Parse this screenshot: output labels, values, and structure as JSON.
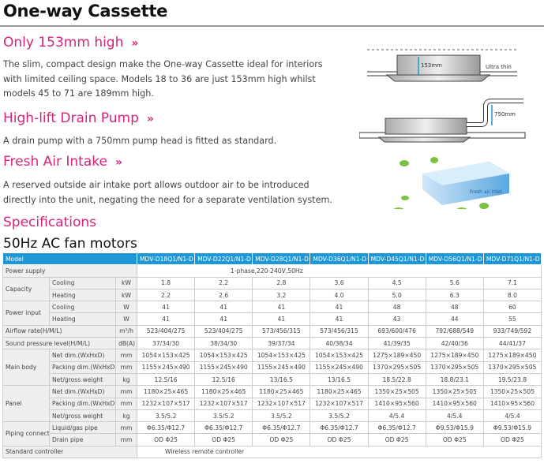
{
  "title": "One-way Cassette",
  "sections": [
    {
      "heading": "Only 153mm high",
      "chevron": "»",
      "text": "The slim, compact design make the One-way Cassette ideal for interiors with limited ceiling space.  Models 18 to 36 are just 153mm high whilst models 45 to 71 are 189mm high."
    },
    {
      "heading": "High-lift Drain Pump",
      "chevron": "»",
      "text": "A drain pump with a 750mm pump head is fitted as standard."
    },
    {
      "heading": "Fresh Air Intake",
      "chevron": "»",
      "text": "A reserved outside air intake port allows outdoor air to be introduced directly into the unit, negating the need for a separate ventilation system."
    }
  ],
  "figures": {
    "height_label": "153mm",
    "ultra_thin": "Ultra thin",
    "pump_label": "750mm",
    "fresh_air": "Fresh air inlet"
  },
  "specs_heading": "Specifications",
  "motor_heading": "50Hz AC fan motors",
  "table": {
    "header": "Model",
    "models": [
      "MDV-D18Q1/N1-D",
      "MDV-D22Q1/N1-D",
      "MDV-D28Q1/N1-D",
      "MDV-D36Q1/N1-D",
      "MDV-D45Q1/N1-D",
      "MDV-D56Q1/N1-D",
      "MDV-D71Q1/N1-D"
    ],
    "power_supply": {
      "label": "Power supply",
      "value": "1-phase,220-240V,50Hz"
    },
    "capacity": {
      "label": "Capacity",
      "rows": [
        {
          "sub": "Cooling",
          "unit": "kW",
          "values": [
            "1.8",
            "2.2",
            "2.8",
            "3.6",
            "4.5",
            "5.6",
            "7.1"
          ]
        },
        {
          "sub": "Heating",
          "unit": "kW",
          "values": [
            "2.2",
            "2.6",
            "3.2",
            "4.0",
            "5.0",
            "6.3",
            "8.0"
          ]
        }
      ]
    },
    "power_input": {
      "label": "Power input",
      "rows": [
        {
          "sub": "Cooling",
          "unit": "W",
          "values": [
            "41",
            "41",
            "41",
            "41",
            "48",
            "48",
            "60"
          ]
        },
        {
          "sub": "Heating",
          "unit": "W",
          "values": [
            "41",
            "41",
            "41",
            "41",
            "43",
            "44",
            "55"
          ]
        }
      ]
    },
    "airflow": {
      "label": "Airflow rate(H/M/L)",
      "unit": "m³/h",
      "values": [
        "523/404/275",
        "523/404/275",
        "573/456/315",
        "573/456/315",
        "693/600/476",
        "792/688/549",
        "933/749/592"
      ]
    },
    "sound": {
      "label": "Sound pressure level(H/M/L)",
      "unit": "dB(A)",
      "values": [
        "37/34/30",
        "38/34/30",
        "39/37/34",
        "40/38/34",
        "41/39/35",
        "42/40/36",
        "44/41/37"
      ]
    },
    "main_body": {
      "label": "Main body",
      "rows": [
        {
          "sub": "Net dim.(WxHxD)",
          "unit": "mm",
          "values": [
            "1054×153×425",
            "1054×153×425",
            "1054×153×425",
            "1054×153×425",
            "1275×189×450",
            "1275×189×450",
            "1275×189×450"
          ]
        },
        {
          "sub": "Packing dim.(WxHxD)",
          "unit": "mm",
          "values": [
            "1155×245×490",
            "1155×245×490",
            "1155×245×490",
            "1155×245×490",
            "1370×295×505",
            "1370×295×505",
            "1370×295×505"
          ]
        },
        {
          "sub": "Net/gross weight",
          "unit": "kg",
          "values": [
            "12.5/16",
            "12.5/16",
            "13/16.5",
            "13/16.5",
            "18.5/22.8",
            "18.8/23.1",
            "19.5/23.8"
          ]
        }
      ]
    },
    "panel": {
      "label": "Panel",
      "rows": [
        {
          "sub": "Net dim.(WxHxD)",
          "unit": "mm",
          "values": [
            "1180×25×465",
            "1180×25×465",
            "1180×25×465",
            "1180×25×465",
            "1350×25×505",
            "1350×25×505",
            "1350×25×505"
          ]
        },
        {
          "sub": "Packing dim.(WxHxD)",
          "unit": "mm",
          "values": [
            "1232×107×517",
            "1232×107×517",
            "1232×107×517",
            "1232×107×517",
            "1410×95×560",
            "1410×95×560",
            "1410×95×560"
          ]
        },
        {
          "sub": "Net/gross weight",
          "unit": "kg",
          "values": [
            "3.5/5.2",
            "3.5/5.2",
            "3.5/5.2",
            "3.5/5.2",
            "4/5.4",
            "4/5.4",
            "4/5.4"
          ]
        }
      ]
    },
    "piping": {
      "label": "Piping connections",
      "rows": [
        {
          "sub": "Liquid/gas pipe",
          "unit": "mm",
          "values": [
            "Φ6.35/Φ12.7",
            "Φ6.35/Φ12.7",
            "Φ6.35/Φ12.7",
            "Φ6.35/Φ12.7",
            "Φ6.35/Φ12.7",
            "Φ9.53/Φ15.9",
            "Φ9.53/Φ15.9"
          ]
        },
        {
          "sub": "Drain pipe",
          "unit": "mm",
          "values": [
            "OD Φ25",
            "OD Φ25",
            "OD Φ25",
            "OD Φ25",
            "OD Φ25",
            "OD Φ25",
            "OD Φ25"
          ]
        }
      ]
    },
    "controller": {
      "label": "Standard controller",
      "value": "Wireless remote controller"
    }
  }
}
